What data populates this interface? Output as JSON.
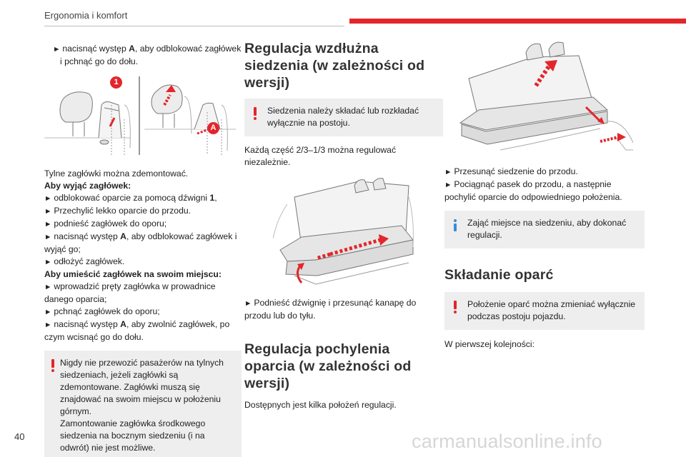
{
  "header": {
    "title": "Ergonomia i komfort"
  },
  "page_number": "40",
  "watermark": "carmanualsonline.info",
  "colors": {
    "accent_red": "#e3262b",
    "info_blue": "#3a8bd6",
    "note_bg": "#eeeeee"
  },
  "col1": {
    "intro_a": "nacisnąć występ ",
    "intro_a_bold": "A",
    "intro_b": ", aby odblokować zagłówek i pchnąć go do dołu.",
    "fig_callout_1": "1",
    "fig_callout_a": "A",
    "p1": "Tylne zagłówki można zdemontować.",
    "remove_title": "Aby wyjąć zagłówek:",
    "s1_a": "odblokować oparcie za pomocą dźwigni ",
    "s1_bold": "1",
    "s1_b": ",",
    "s2": "Przechylić lekko oparcie do przodu.",
    "s3": "podnieść zagłówek do oporu;",
    "s4_a": "nacisnąć występ ",
    "s4_bold": "A",
    "s4_b": ", aby odblokować zagłówek i wyjąć go;",
    "s5": "odłożyć zagłówek.",
    "refit_title": "Aby umieścić zagłówek na swoim miejscu:",
    "r1": "wprowadzić pręty zagłówka w prowadnice danego oparcia;",
    "r2": "pchnąć zagłówek do oporu;",
    "r3_a": "nacisnąć występ ",
    "r3_bold": "A",
    "r3_b": ", aby zwolnić zagłówek, po czym wcisnąć go do dołu.",
    "warning": "Nigdy nie przewozić pasażerów na tylnych siedzeniach, jeżeli zagłówki są zdemontowane. Zagłówki muszą się znajdować na swoim miejscu w położeniu górnym.\nZamontowanie zagłówka środkowego siedzenia na bocznym siedzeniu (i na odwrót) nie jest możliwe."
  },
  "col2": {
    "h_longitudinal": "Regulacja wzdłużna siedzenia (w zależności od wersji)",
    "warn_longitudinal": "Siedzenia należy składać lub rozkładać wyłącznie na postoju.",
    "p_parts": "Każdą część 2/3–1/3 można regulować niezależnie.",
    "s_lever": "Podnieść dźwignię i przesunąć kanapę do przodu lub do tyłu.",
    "h_backrest": "Regulacja pochylenia oparcia (w zależności od wersji)",
    "p_positions": "Dostępnych jest kilka położeń regulacji."
  },
  "col3": {
    "s_move": "Przesunąć siedzenie do przodu.",
    "s_strap": "Pociągnąć pasek do przodu, a następnie pochylić oparcie do odpowiedniego położenia.",
    "info_sit": "Zająć miejsce na siedzeniu, aby dokonać regulacji.",
    "h_fold": "Składanie oparć",
    "warn_fold": "Położenie oparć można zmieniać wyłącznie podczas postoju pojazdu.",
    "p_first": "W pierwszej kolejności:"
  }
}
